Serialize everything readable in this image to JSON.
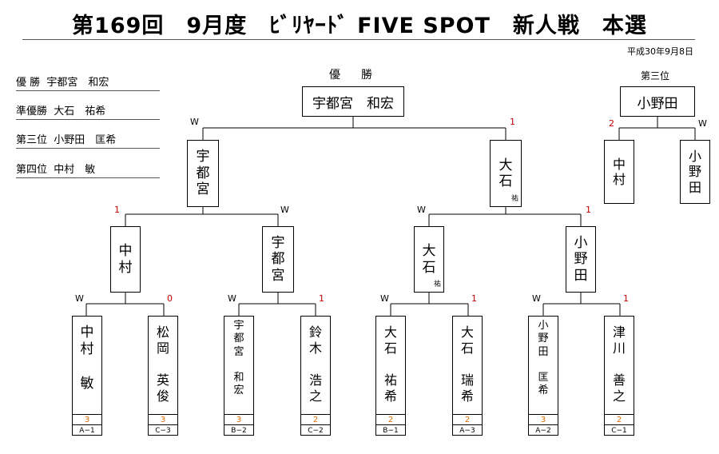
{
  "title": "第169回　9月度　ﾋﾞﾘﾔｰﾄﾞ FIVE SPOT　新人戦　本選",
  "date": "平成30年9月8日",
  "results": [
    "優 勝  宇都宮　和宏",
    "準優勝  大石　祐希",
    "第三位  小野田　匡希",
    "第四位  中村　敏"
  ],
  "champion": {
    "label": "優　勝",
    "name": "宇都宮　和宏"
  },
  "third": {
    "label": "第三位",
    "name": "小野田"
  },
  "final": {
    "left": {
      "chars": [
        "宇",
        "都",
        "宮"
      ],
      "mark": "W"
    },
    "right": {
      "chars": [
        "大",
        "石"
      ],
      "small": "祐",
      "mark": "1"
    }
  },
  "third_match": {
    "left": {
      "chars": [
        "中",
        "村"
      ],
      "mark": "2"
    },
    "right": {
      "chars": [
        "小",
        "野",
        "田"
      ],
      "mark": "W"
    }
  },
  "semis": [
    {
      "chars": [
        "中",
        "村"
      ],
      "small": "",
      "mark": "1"
    },
    {
      "chars": [
        "宇",
        "都",
        "宮"
      ],
      "small": "",
      "mark": "W"
    },
    {
      "chars": [
        "大",
        "石"
      ],
      "small": "祐",
      "mark": "W"
    },
    {
      "chars": [
        "小",
        "野",
        "田"
      ],
      "small": "",
      "mark": "1"
    }
  ],
  "players": [
    {
      "name": [
        "中",
        "村",
        "　",
        "敏"
      ],
      "mark": "W",
      "seed": "3",
      "code": "A−1"
    },
    {
      "name": [
        "松",
        "岡",
        "　",
        "英",
        "俊"
      ],
      "mark": "0",
      "seed": "3",
      "code": "C−3"
    },
    {
      "name": [
        "宇",
        "都",
        "宮",
        "　",
        "和",
        "宏"
      ],
      "mark": "W",
      "seed": "3",
      "code": "B−2"
    },
    {
      "name": [
        "鈴",
        "木",
        "　",
        "浩",
        "之"
      ],
      "mark": "1",
      "seed": "2",
      "code": "C−2"
    },
    {
      "name": [
        "大",
        "石",
        "　",
        "祐",
        "希"
      ],
      "mark": "W",
      "seed": "2",
      "code": "B−1"
    },
    {
      "name": [
        "大",
        "石",
        "　",
        "瑞",
        "希"
      ],
      "mark": "1",
      "seed": "2",
      "code": "A−3"
    },
    {
      "name": [
        "小",
        "野",
        "田",
        "　",
        "匡",
        "希"
      ],
      "mark": "W",
      "seed": "3",
      "code": "A−2"
    },
    {
      "name": [
        "津",
        "川",
        "　",
        "善",
        "之"
      ],
      "mark": "1",
      "seed": "2",
      "code": "C−1"
    }
  ]
}
